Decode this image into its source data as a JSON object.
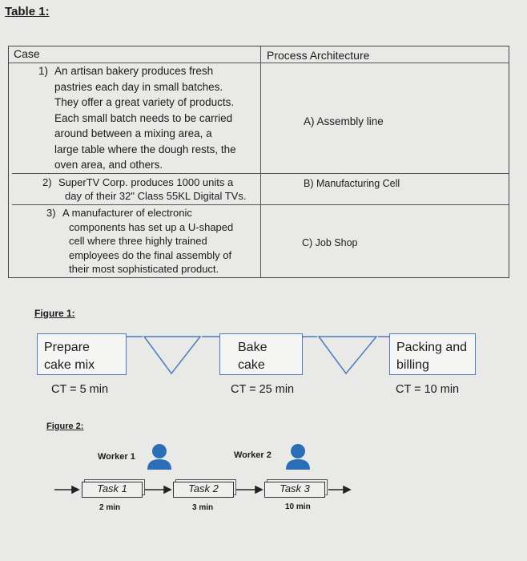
{
  "table1": {
    "title": "Table 1:",
    "header_case": "Case",
    "header_architecture": "Process Architecture",
    "cases": [
      {
        "num": "1)",
        "lines": [
          "An artisan bakery produces fresh",
          "pastries each day in small batches.",
          "They offer a great variety of products.",
          "Each small batch needs to be carried",
          "around between a mixing area, a",
          "large table where the dough rests, the",
          "oven area, and others."
        ]
      },
      {
        "num": "2)",
        "lines": [
          "SuperTV Corp. produces 1000 units a",
          "day of their 32\" Class 55KL Digital TVs."
        ]
      },
      {
        "num": "3)",
        "lines": [
          "A manufacturer of electronic",
          "components has set up a U-shaped",
          "cell where three highly trained",
          "employees do the final assembly of",
          "their most sophisticated product."
        ]
      }
    ],
    "architectures": [
      "A) Assembly line",
      "B) Manufacturing Cell",
      "C) Job Shop"
    ]
  },
  "figure1": {
    "label": "Figure 1:",
    "steps": [
      {
        "lines": [
          "Prepare",
          "cake mix"
        ],
        "ct": "CT = 5 min"
      },
      {
        "lines": [
          "Bake",
          "cake"
        ],
        "ct": "CT = 25 min"
      },
      {
        "lines": [
          "Packing and",
          "billing"
        ],
        "ct": "CT = 10 min"
      }
    ]
  },
  "figure2": {
    "label": "Figure 2:",
    "workers": [
      "Worker 1",
      "Worker 2"
    ],
    "tasks": [
      {
        "name": "Task 1",
        "duration": "2 min"
      },
      {
        "name": "Task 2",
        "duration": "3 min"
      },
      {
        "name": "Task 3",
        "duration": "10 min"
      }
    ]
  },
  "colors": {
    "box_border": "#4a7dbd",
    "worker_icon": "#2a6fb5",
    "background": "#e9e9e7"
  }
}
